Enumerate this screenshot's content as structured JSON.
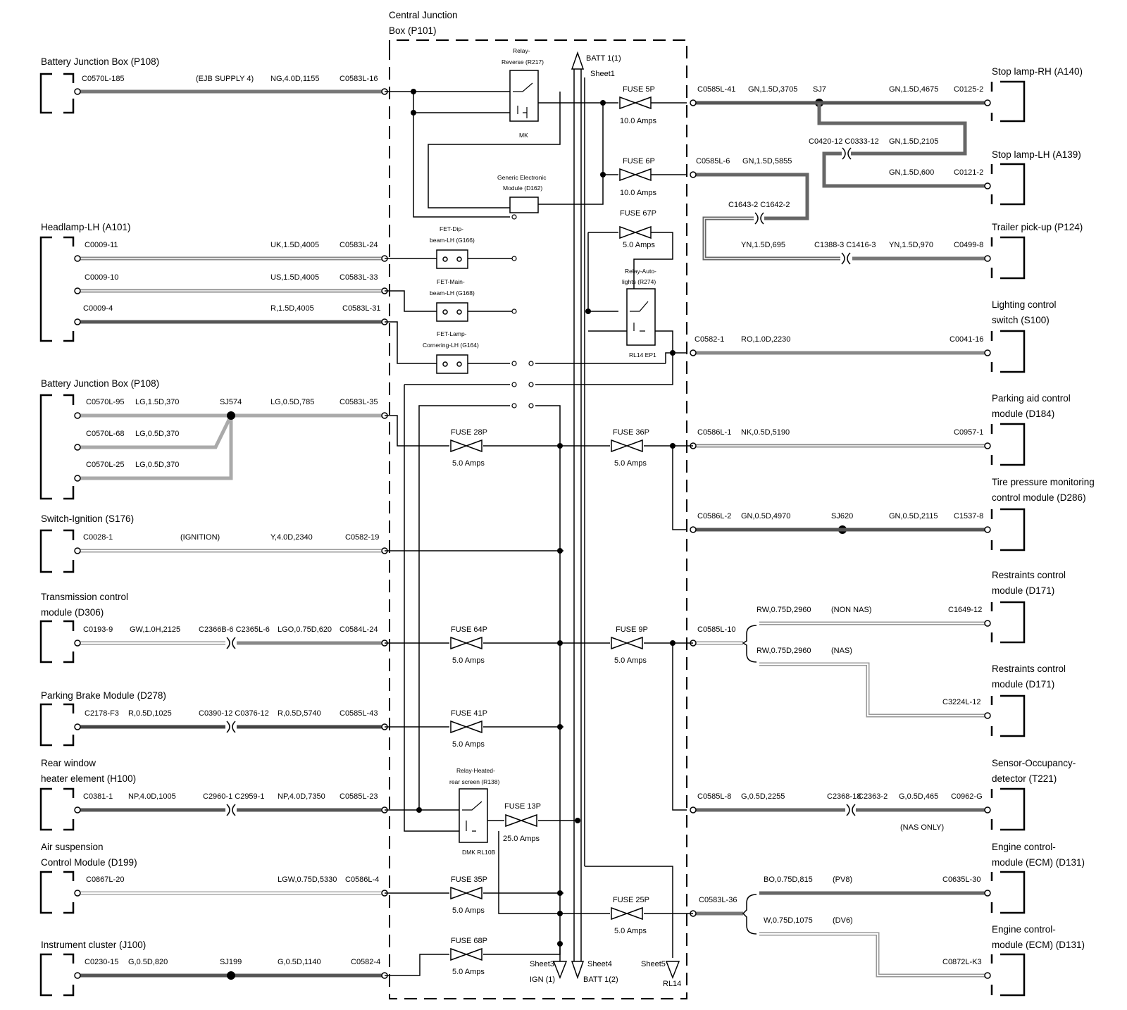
{
  "cjb": {
    "title1": "Central Junction",
    "title2": "Box (P101)"
  },
  "arrows": {
    "batt_top": "BATT 1(1)",
    "batt_top_sheet": "Sheet1",
    "sheet3": "Sheet3",
    "ign1": "IGN (1)",
    "sheet4": "Sheet4",
    "batt1_2": "BATT 1(2)",
    "sheet5": "Sheet5",
    "rl14": "RL14"
  },
  "left": [
    {
      "t1": "Battery Junction Box (P108)",
      "t2": "",
      "c": "C0570L-185",
      "e": "(EJB SUPPLY 4)",
      "w": "NG,4.0D,1155",
      "j": "C0583L-16"
    },
    {
      "t1": "Headlamp-LH (A101)",
      "t2": "",
      "c": "C0009-11",
      "w": "UK,1.5D,4005",
      "j": "C0583L-24",
      "c2": "C0009-10",
      "w2": "US,1.5D,4005",
      "j2": "C0583L-33",
      "c3": "C0009-4",
      "w3": "R,1.5D,4005",
      "j3": "C0583L-31"
    },
    {
      "t1": "Battery Junction Box (P108)",
      "c": "C0570L-95",
      "w": "LG,1.5D,370",
      "sj": "SJ574",
      "w_b": "LG,0.5D,785",
      "j": "C0583L-35",
      "c2": "C0570L-68",
      "w2": "LG,0.5D,370",
      "c3": "C0570L-25",
      "w3": "LG,0.5D,370"
    },
    {
      "t1": "Switch-Ignition (S176)",
      "c": "C0028-1",
      "e": "(IGNITION)",
      "w": "Y,4.0D,2340",
      "j": "C0582-19"
    },
    {
      "t1": "Transmission control",
      "t2": "module (D306)",
      "c": "C0193-9",
      "w": "GW,1.0H,2125",
      "ic": "C2366B-6 C2365L-6",
      "w_b": "LGO,0.75D,620",
      "j": "C0584L-24"
    },
    {
      "t1": "Parking Brake Module (D278)",
      "c": "C2178-F3",
      "w": "R,0.5D,1025",
      "ic": "C0390-12 C0376-12",
      "w_b": "R,0.5D,5740",
      "j": "C0585L-43"
    },
    {
      "t1": "Rear window",
      "t2": "heater element (H100)",
      "c": "C0381-1",
      "w": "NP,4.0D,1005",
      "ic": "C2960-1 C2959-1",
      "w_b": "NP,4.0D,7350",
      "j": "C0585L-23"
    },
    {
      "t1": "Air suspension",
      "t2": "Control Module (D199)",
      "c": "C0867L-20",
      "w": "LGW,0.75D,5330",
      "j": "C0586L-4"
    },
    {
      "t1": "Instrument cluster (J100)",
      "c": "C0230-15",
      "w": "G,0.5D,820",
      "sj": "SJ199",
      "w_b": "G,0.5D,1140",
      "j": "C0582-4"
    }
  ],
  "right": [
    {
      "t1": "Stop lamp-RH (A140)",
      "j": "C0585L-41",
      "w": "GN,1.5D,3705",
      "sj": "SJ7",
      "w_b": "GN,1.5D,4675",
      "c": "C0125-2"
    },
    {
      "t1": "Stop lamp-LH (A139)",
      "ic": "C0420-12 C0333-12",
      "w": "GN,1.5D,2105",
      "w_b": "GN,1.5D,600",
      "c": "C0121-2"
    },
    {
      "t1": "Trailer pick-up (P124)",
      "j": "C0585L-6",
      "w": "GN,1.5D,5855",
      "ic1": "C1643-2 C1642-2",
      "w2": "YN,1.5D,695",
      "ic2": "C1388-3 C1416-3",
      "w_b": "YN,1.5D,970",
      "c": "C0499-8"
    },
    {
      "t1": "Lighting control",
      "t2": "switch (S100)",
      "j": "C0582-1",
      "w": "RO,1.0D,2230",
      "c": "C0041-16"
    },
    {
      "t1": "Parking aid control",
      "t2": "module (D184)",
      "j": "C0586L-1",
      "w": "NK,0.5D,5190",
      "c": "C0957-1"
    },
    {
      "t1": "Tire pressure monitoring",
      "t2": "control module (D286)",
      "j": "C0586L-2",
      "w": "GN,0.5D,4970",
      "sj": "SJ620",
      "w_b": "GN,0.5D,2115",
      "c": "C1537-8"
    },
    {
      "t1": "Restraints control",
      "t2": "module (D171)",
      "j": "C0585L-10",
      "w": "RW,0.75D,2960",
      "e": "(NON NAS)",
      "c": "C1649-12"
    },
    {
      "t1": "Restraints control",
      "t2": "module (D171)",
      "w": "RW,0.75D,2960",
      "e": "(NAS)",
      "c": "C3224L-12"
    },
    {
      "t1": "Sensor-Occupancy-",
      "t2": "detector (T221)",
      "j": "C0585L-8",
      "w": "G,0.5D,2255",
      "ic": "C2368-18",
      "ic2": "C2363-2",
      "w_b": "G,0.5D,465",
      "c": "C0962-G",
      "e": "(NAS ONLY)"
    },
    {
      "t1": "Engine control-",
      "t2": "module (ECM) (D131)",
      "j": "C0583L-36",
      "w": "BO,0.75D,815",
      "e": "(PV8)",
      "c": "C0635L-30"
    },
    {
      "t1": "Engine control-",
      "t2": "module (ECM) (D131)",
      "w": "W,0.75D,1075",
      "e": "(DV6)",
      "c": "C0872L-K3"
    }
  ],
  "fuses": [
    {
      "n": "FUSE 5P",
      "a": "10.0 Amps"
    },
    {
      "n": "FUSE 6P",
      "a": "10.0 Amps"
    },
    {
      "n": "FUSE 67P",
      "a": "5.0 Amps"
    },
    {
      "n": "FUSE 28P",
      "a": "5.0 Amps"
    },
    {
      "n": "FUSE 36P",
      "a": "5.0 Amps"
    },
    {
      "n": "FUSE 64P",
      "a": "5.0 Amps"
    },
    {
      "n": "FUSE 9P",
      "a": "5.0 Amps"
    },
    {
      "n": "FUSE 41P",
      "a": "5.0 Amps"
    },
    {
      "n": "FUSE 13P",
      "a": "25.0 Amps"
    },
    {
      "n": "FUSE 35P",
      "a": "5.0 Amps"
    },
    {
      "n": "FUSE 25P",
      "a": "5.0 Amps"
    },
    {
      "n": "FUSE 68P",
      "a": "5.0 Amps"
    }
  ],
  "modules": {
    "relay_rev1": "Relay-",
    "relay_rev2": "Reverse (R217)",
    "relay_rev3": "MK",
    "gem1": "Generic Electronic",
    "gem2": "Module (D162)",
    "fet_dip1": "FET-Dip-",
    "fet_dip2": "beam-LH (G166)",
    "fet_main1": "FET-Main-",
    "fet_main2": "beam-LH (G168)",
    "fet_lamp1": "FET-Lamp-",
    "fet_lamp2": "Cornering-LH (G164)",
    "relay_auto1": "Relay-Auto-",
    "relay_auto2": "lights (R274)",
    "relay_auto3": "RL14 EP1",
    "relay_heat1": "Relay-Heated-",
    "relay_heat2": "rear screen (R138)",
    "relay_heat3": "DMK RL10B"
  }
}
